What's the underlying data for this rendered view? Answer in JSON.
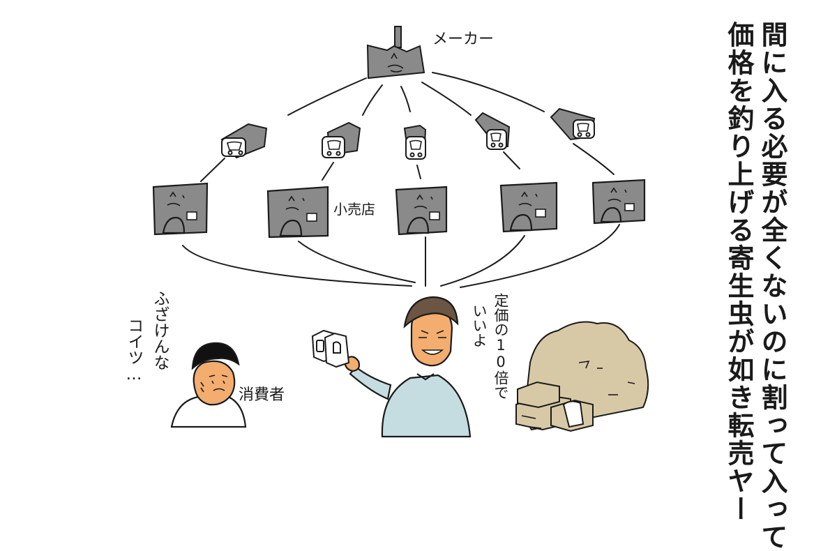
{
  "caption": {
    "line1": "間に入る必要が全くないのに割って入って",
    "line2": "価格を釣り上げる寄生虫が如き転売ヤー"
  },
  "labels": {
    "maker": "メーカー",
    "retail_store": "小売店",
    "consumer": "消費者",
    "consumer_speech_1": "ふざけんな",
    "consumer_speech_2": "コイツ…",
    "reseller_speech_1": "定価の10倍で",
    "reseller_speech_2": "いいよ"
  },
  "colors": {
    "building_gray": "#8a8a8a",
    "box_tan": "#d8c9a6",
    "shirt_blue": "#c5dde0",
    "skin": "#f3ad6f",
    "hair_brown": "#6b5543",
    "ink": "#1a1a1a"
  }
}
